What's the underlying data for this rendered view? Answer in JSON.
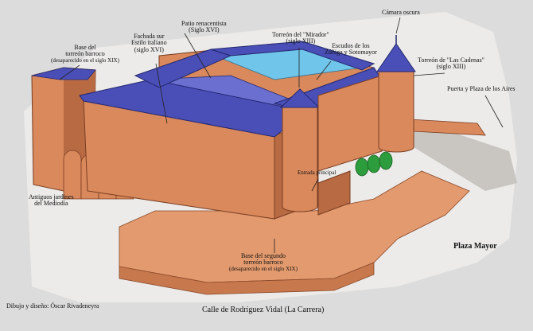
{
  "labels": {
    "base_torreon_1": [
      "Base del",
      "torreón barroco",
      "(desaparecido en el siglo XIX)"
    ],
    "patio": [
      "Patio renacentista",
      "(Siglo XVI)"
    ],
    "fachada_sur": [
      "Fachada sur",
      "Estilo italiano",
      "(siglo XVI)"
    ],
    "torreon_mirador": [
      "Torreón del \"Mirador\"",
      "(siglo XIII)"
    ],
    "escudos": [
      "Escudos de los",
      "Zúñiga y Sotomayor"
    ],
    "camara_oscura": [
      "Cámara oscura"
    ],
    "torreon_cadenas": [
      "Torreón de \"Las Cadenas\"",
      "(siglo XIII)"
    ],
    "puerta_plaza_aires": [
      "Puerta y Plaza de los Aires"
    ],
    "entrada_principal": [
      "Entrada principal"
    ],
    "jardines": [
      "Antiguos jardines",
      "del Mediodía"
    ],
    "base_torreon_2": [
      "Base del segundo",
      "torreón barroco",
      "(desaparecido en el siglo XIX)"
    ],
    "plaza_mayor": "Plaza Mayor",
    "credit": "Dibujo y diseño: Óscar Rivadeneyra",
    "street": "Calle de Rodríguez Vidal (La Carrera)"
  },
  "colors": {
    "background": "#dcdcdc",
    "wall": "#d9895b",
    "wall_dark": "#b86a43",
    "roof": "#4a4fb8",
    "roof_light": "#6b70d0",
    "patio_water": "#6fc6ea",
    "ground": "#ecebea",
    "terrace": "#e39a6e",
    "tree": "#2d9c3c"
  }
}
